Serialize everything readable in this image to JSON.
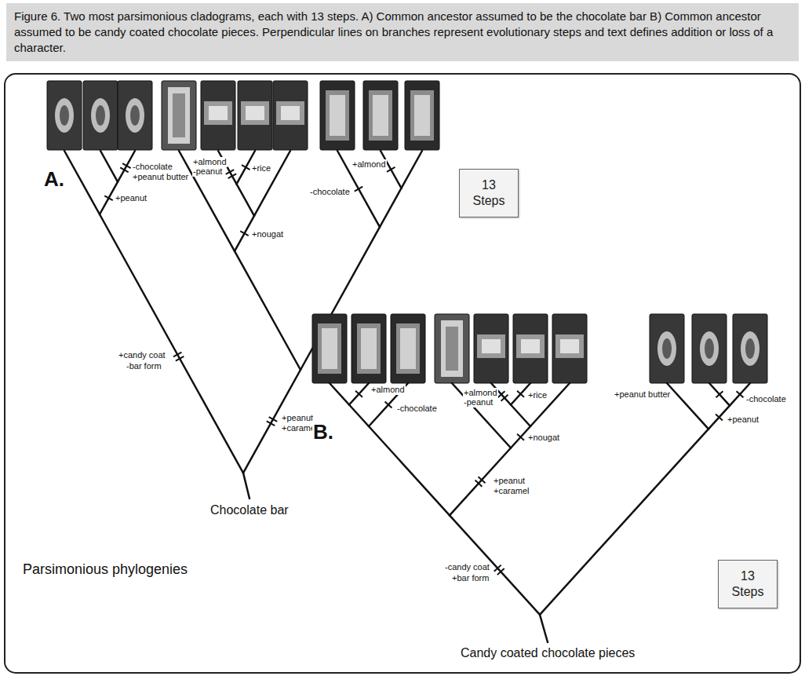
{
  "diagram": {
    "caption": "Figure 6. Two most parsimonious cladograms, each with 13 steps. A) Common ancestor assumed to be the chocolate bar B) Common ancestor assumed to be candy coated chocolate pieces. Perpendicular lines on branches represent evolutionary steps and text defines addition or loss of a character.",
    "nodes": [
      {
        "text": [
          "13 Steps"
        ]
      },
      {
        "text": [
          "13 Steps"
        ]
      }
    ],
    "labels": [
      "A.",
      "-chocolate",
      "+peanut butter",
      "+almond",
      "-peanut",
      "+rice",
      "+peanut",
      "+nougat",
      "-chocolate",
      "+almond",
      "+candy coat",
      "-bar form",
      "+peanut",
      "+caramel",
      "Chocolate bar",
      "B.",
      "+almond",
      "-chocolate",
      "+almond",
      "-peanut",
      "+rice",
      "+nougat",
      "+peanut butter",
      "-chocolate",
      "+peanut",
      "+peanut",
      "+caramel",
      "-candy coat",
      "+bar form",
      "Parsimonious phylogenies",
      "Candy coated chocolate pieces"
    ]
  }
}
